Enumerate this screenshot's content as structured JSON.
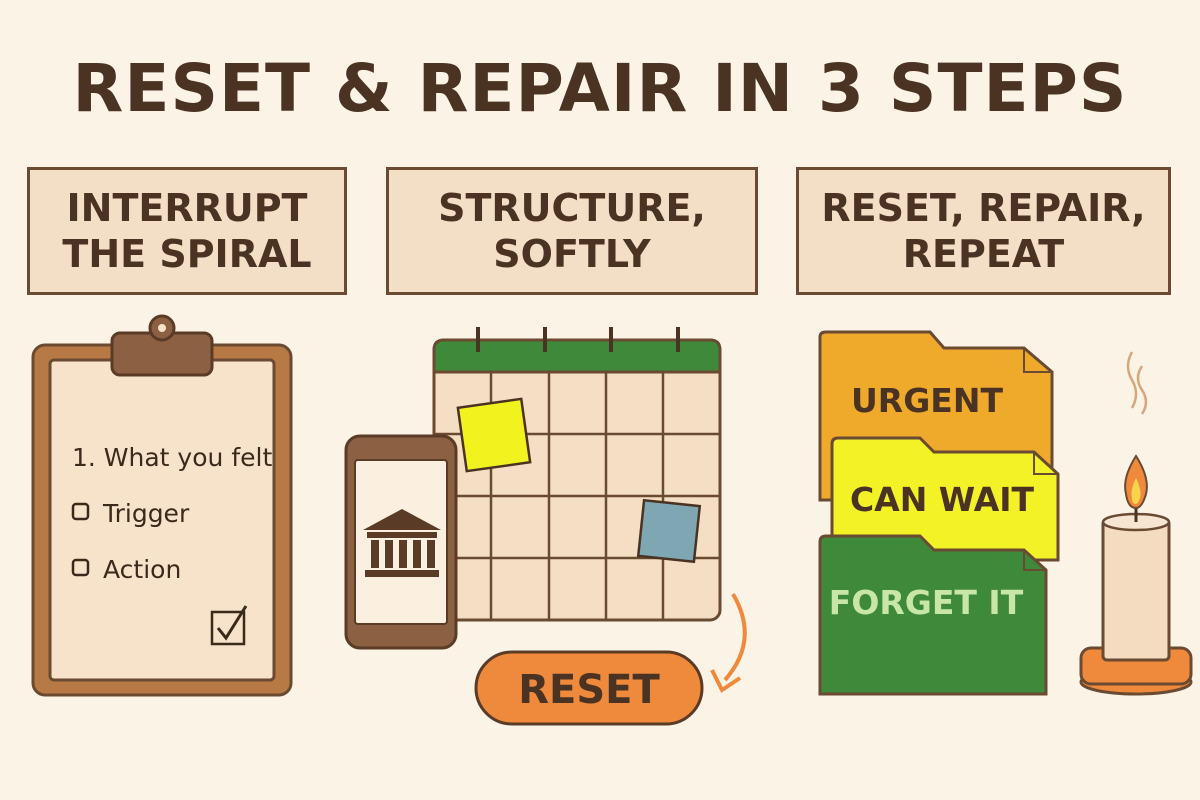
{
  "title": "RESET & REPAIR IN 3 STEPS",
  "steps": [
    {
      "label": "INTERRUPT\nTHE SPIRAL"
    },
    {
      "label": "STRUCTURE,\nSOFTLY"
    },
    {
      "label": "RESET, REPAIR,\nREPEAT"
    }
  ],
  "clipboard": {
    "line1": "1. What you felt",
    "item1": "Trigger",
    "item2": "Action"
  },
  "reset_button": "RESET",
  "folders": {
    "urgent": "URGENT",
    "can_wait": "CAN WAIT",
    "forget_it": "FORGET IT"
  },
  "colors": {
    "background": "#fbf3e6",
    "text_brown": "#4a3322",
    "box_fill": "#f3dfc6",
    "calendar_green": "#3f8a3a",
    "sticky_yellow": "#f2f21e",
    "sticky_blue": "#7fa6b3",
    "folder_orange": "#efaa2c",
    "folder_yellow": "#f2f226",
    "folder_green": "#3f8a3a",
    "reset_orange": "#ef8a3c"
  }
}
